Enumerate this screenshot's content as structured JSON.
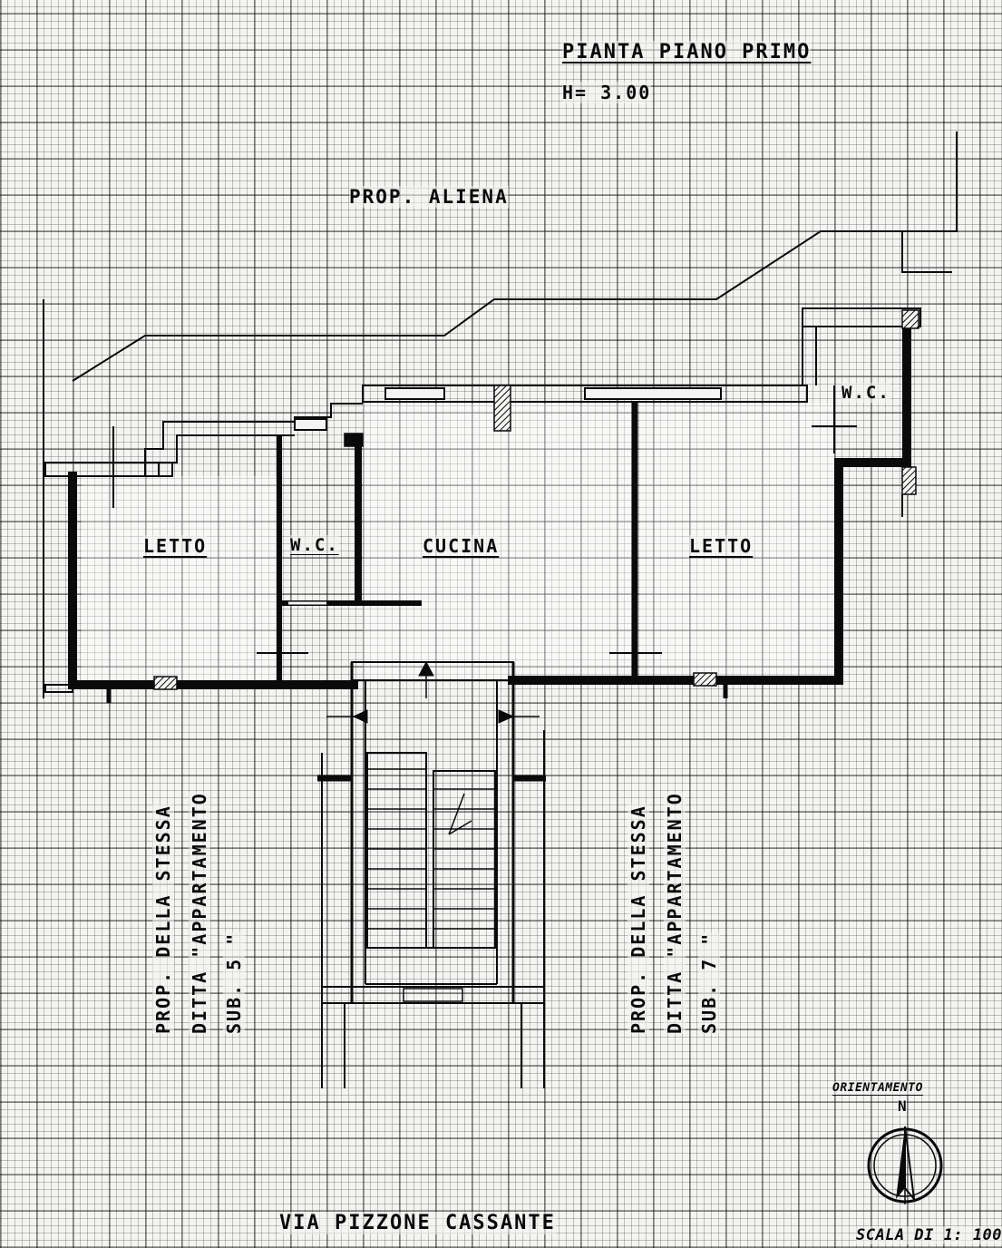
{
  "title": "PIANTA PIANO PRIMO",
  "height": "H= 3.00",
  "neighbors": {
    "north": "PROP. ALIENA",
    "west": [
      "PROP. DELLA STESSA",
      "DITTA \"APPARTAMENTO",
      "SUB. 5 \""
    ],
    "east": [
      "PROP. DELLA STESSA",
      "DITTA \"APPARTAMENTO",
      "SUB. 7 \""
    ]
  },
  "rooms": [
    {
      "label": "LETTO"
    },
    {
      "label": "W.C."
    },
    {
      "label": "CUCINA"
    },
    {
      "label": "LETTO"
    },
    {
      "label": "W.C."
    }
  ],
  "street": "VIA PIZZONE CASSANTE",
  "orientation": {
    "label": "ORIENTAMENTO",
    "north": "N"
  },
  "scale": "SCALA DI 1: 100",
  "colors": {
    "ink": "#0a0a0a",
    "paper": "#f4f4f2",
    "grid": "#888888"
  }
}
